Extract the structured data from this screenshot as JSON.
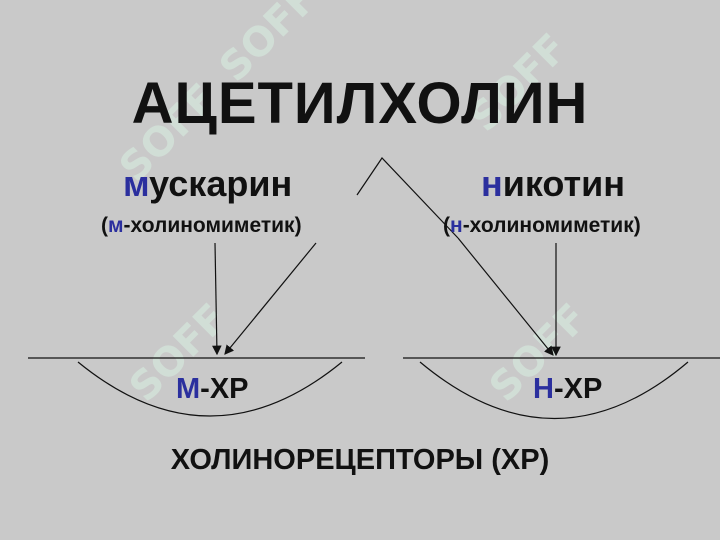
{
  "title": "АЦЕТИЛХОЛИН",
  "left": {
    "agent_accent": "м",
    "agent_rest": "ускарин",
    "sub_open": "(",
    "sub_accent": "м",
    "sub_rest": "-холиномиметик)",
    "receptor_accent": "М",
    "receptor_rest": "-ХР"
  },
  "right": {
    "agent_accent": "н",
    "agent_rest": "икотин",
    "sub_open": "(",
    "sub_accent": "н",
    "sub_rest": "-холиномиметик)",
    "receptor_accent": "Н",
    "receptor_rest": "-ХР"
  },
  "footer": "ХОЛИНОРЕЦЕПТОРЫ (ХР)",
  "watermark": "SOFF",
  "colors": {
    "background": "#c9c9c9",
    "text": "#111111",
    "accent": "#2b2f9e",
    "watermark": "#d9f0e2"
  }
}
